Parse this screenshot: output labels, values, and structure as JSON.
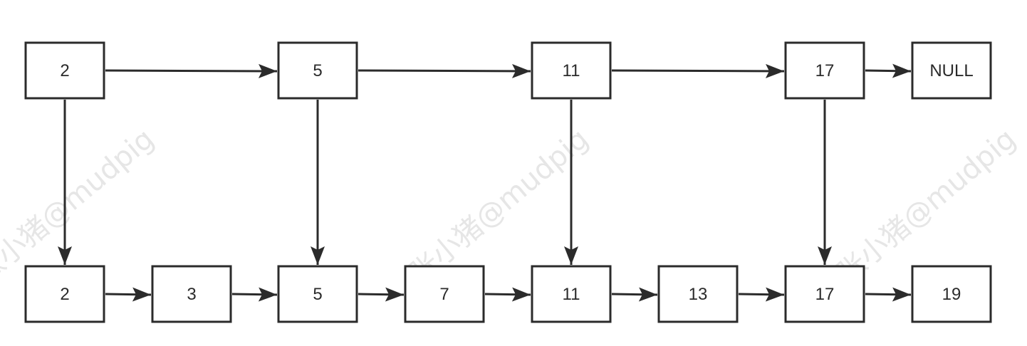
{
  "colors": {
    "stroke": "#2b2b2b",
    "background": "#ffffff",
    "watermark": "#e6e6e6"
  },
  "watermark": {
    "text": "张小猪@mudpig"
  },
  "index_level": {
    "nodes": [
      "2",
      "5",
      "11",
      "17",
      "NULL"
    ]
  },
  "base_level": {
    "nodes": [
      "2",
      "3",
      "5",
      "7",
      "11",
      "13",
      "17",
      "19"
    ]
  },
  "down_links": [
    {
      "from": 0,
      "to": 0
    },
    {
      "from": 1,
      "to": 2
    },
    {
      "from": 2,
      "to": 4
    },
    {
      "from": 3,
      "to": 6
    }
  ]
}
